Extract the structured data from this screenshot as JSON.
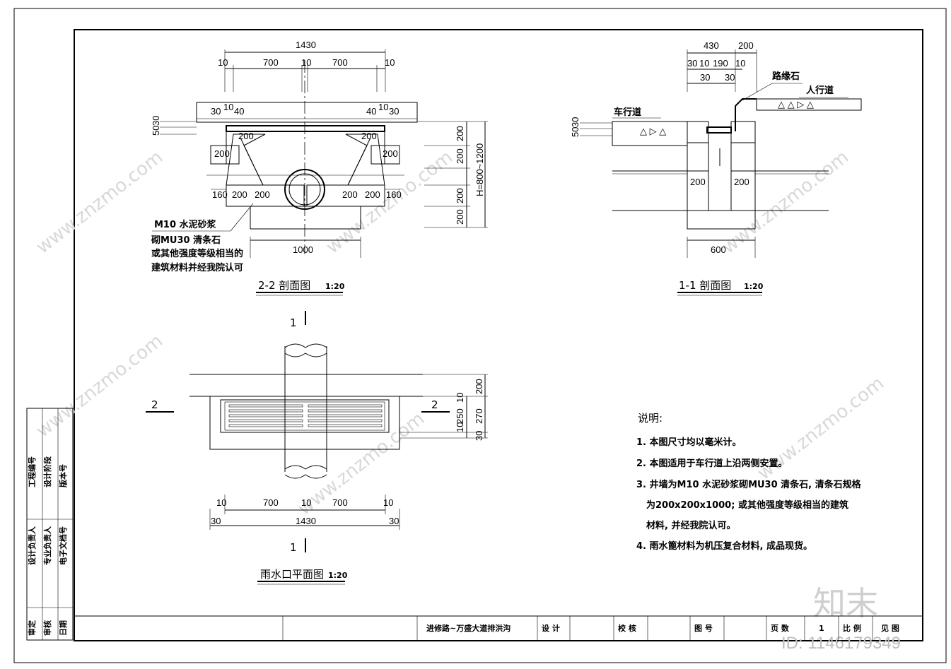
{
  "section_22": {
    "title": "2-2 剖面图",
    "scale": "1:20",
    "top_total": "1430",
    "top_parts": [
      "10",
      "700",
      "10",
      "700",
      "10"
    ],
    "inner_left": [
      "30",
      "10",
      "40"
    ],
    "inner_right": [
      "40",
      "10",
      "30"
    ],
    "left_vert": [
      "30",
      "50"
    ],
    "w200": "200",
    "bottom_row": [
      "160",
      "200",
      "200",
      "200",
      "200",
      "160"
    ],
    "base_width": "1000",
    "right_vert": [
      "200",
      "200",
      "200",
      "200"
    ],
    "height_label": "H=800~1200",
    "material_lines": [
      "M10 水泥砂浆",
      "砌MU30 清条石",
      "或其他强度等级相当的",
      "建筑材料并经我院认可"
    ]
  },
  "section_11": {
    "title": "1-1 剖面图",
    "scale": "1:20",
    "top": [
      "430",
      "200"
    ],
    "sub": [
      "30",
      "10",
      "190",
      "10"
    ],
    "sub2": [
      "30",
      "30"
    ],
    "left_vert": [
      "30",
      "50"
    ],
    "road_label": "车行道",
    "curb_label": "路缘石",
    "sidewalk_label": "人行道",
    "w200": "200",
    "base_width": "600"
  },
  "plan": {
    "title": "雨水口平面图",
    "scale": "1:20",
    "cut_1": "1",
    "cut_2": "2",
    "bottom_parts": [
      "10",
      "700",
      "10",
      "700",
      "10"
    ],
    "bottom_total": "1430",
    "side_30": "30",
    "right_vert": [
      "200",
      "10",
      "250",
      "270",
      "10",
      "30"
    ]
  },
  "notes": {
    "heading": "说明:",
    "items": [
      "1. 本图尺寸均以毫米计。",
      "2. 本图适用于车行道上沿两侧安置。",
      "3. 井墙为M10 水泥砂浆砌MU30 清条石, 清条石规格",
      "为200x200x1000; 或其他强度等级相当的建筑",
      "材料, 并经我院认可。",
      "4. 雨水篦材料为机压复合材料, 成品现货。"
    ]
  },
  "sidebar": {
    "rows": [
      "工程编号",
      "设计阶段",
      "版本号",
      "设计负责人",
      "专业负责人",
      "电子文档号",
      "审定",
      "审核",
      "日期"
    ]
  },
  "titleblock": {
    "project": "进修路~万盛大道排洪沟",
    "design": "设 计",
    "check": "校 核",
    "drawing_no": "图 号",
    "page": "页 数",
    "page_value": "1",
    "scale_label": "比 例",
    "scale_value": "见 图"
  },
  "watermark": {
    "text": "www.znzmo.com",
    "brand": "知末",
    "id": "ID: 1146179349"
  }
}
